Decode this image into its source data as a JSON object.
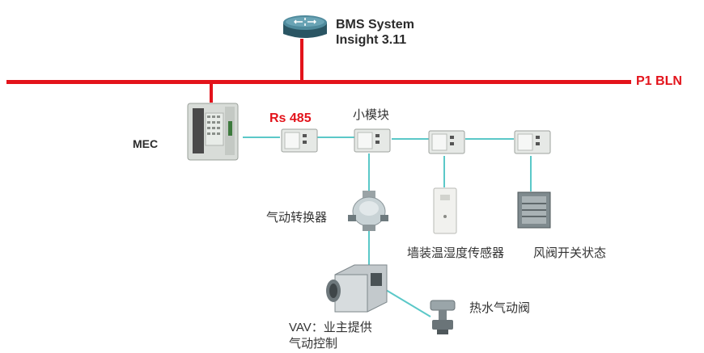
{
  "labels": {
    "bms_line1": "BMS System",
    "bms_line2": "Insight 3.11",
    "bus": "P1 BLN",
    "mec": "MEC",
    "rs485": "Rs 485",
    "small_module": "小模块",
    "pneumatic_converter": "气动转换器",
    "wall_sensor": "墙装温湿度传感器",
    "damper_status": "风阀开关状态",
    "vav_line1": "VAV：业主提供",
    "vav_line2": "气动控制",
    "hot_water_valve": "热水气动阀"
  },
  "colors": {
    "bus": "#e3131b",
    "rs485_link": "#5bc8c8",
    "router": "#2f5f6e"
  }
}
